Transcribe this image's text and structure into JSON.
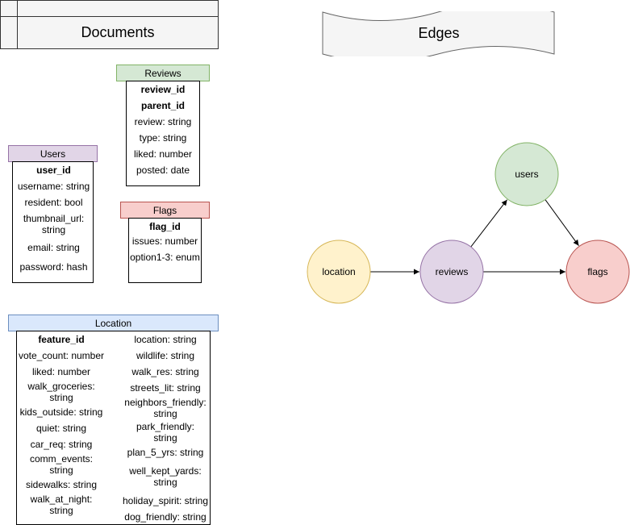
{
  "documents": {
    "title": "Documents"
  },
  "edges_banner": {
    "title": "Edges"
  },
  "reviews": {
    "title": "Reviews",
    "fields": [
      "review_id",
      "parent_id",
      "review: string",
      "type: string",
      "liked: number",
      "posted: date"
    ]
  },
  "users": {
    "title": "Users",
    "fields": [
      "user_id",
      "username: string",
      "resident: bool",
      "thumbnail_url:\nstring",
      "email: string",
      "password: hash"
    ]
  },
  "flags": {
    "title": "Flags",
    "fields": [
      "flag_id",
      "issues: number",
      "option1-3: enum"
    ]
  },
  "location": {
    "title": "Location",
    "left_fields": [
      "feature_id",
      "vote_count: number",
      "liked: number",
      "walk_groceries:\nstring",
      "kids_outside: string",
      "quiet: string",
      "car_req: string",
      "comm_events:\nstring",
      "sidewalks: string",
      "walk_at_night:\nstring"
    ],
    "right_fields": [
      "location: string",
      "wildlife: string",
      "walk_res: string",
      "streets_lit: string",
      "neighbors_friendly:\nstring",
      "park_friendly:\nstring",
      "plan_5_yrs: string",
      "well_kept_yards:\nstring",
      "holiday_spirit: string",
      "dog_friendly: string"
    ]
  },
  "graph": {
    "nodes": [
      {
        "id": "location",
        "label": "location",
        "fill": "#fff2cc",
        "stroke": "#d6b656"
      },
      {
        "id": "reviews",
        "label": "reviews",
        "fill": "#e1d5e7",
        "stroke": "#9673a6"
      },
      {
        "id": "users",
        "label": "users",
        "fill": "#d5e8d4",
        "stroke": "#82b366"
      },
      {
        "id": "flags",
        "label": "flags",
        "fill": "#f8cecc",
        "stroke": "#b85450"
      }
    ],
    "edges": [
      {
        "from": "location",
        "to": "reviews"
      },
      {
        "from": "reviews",
        "to": "users"
      },
      {
        "from": "reviews",
        "to": "flags"
      },
      {
        "from": "users",
        "to": "flags"
      }
    ]
  },
  "colors": {
    "reviews": {
      "fill": "#d5e8d4",
      "stroke": "#82b366"
    },
    "users": {
      "fill": "#e1d5e7",
      "stroke": "#9673a6"
    },
    "flags": {
      "fill": "#f8cecc",
      "stroke": "#b85450"
    },
    "location": {
      "fill": "#dae8fc",
      "stroke": "#6c8ebf"
    },
    "banner": {
      "fill": "#f5f5f5",
      "stroke": "#666666"
    }
  }
}
